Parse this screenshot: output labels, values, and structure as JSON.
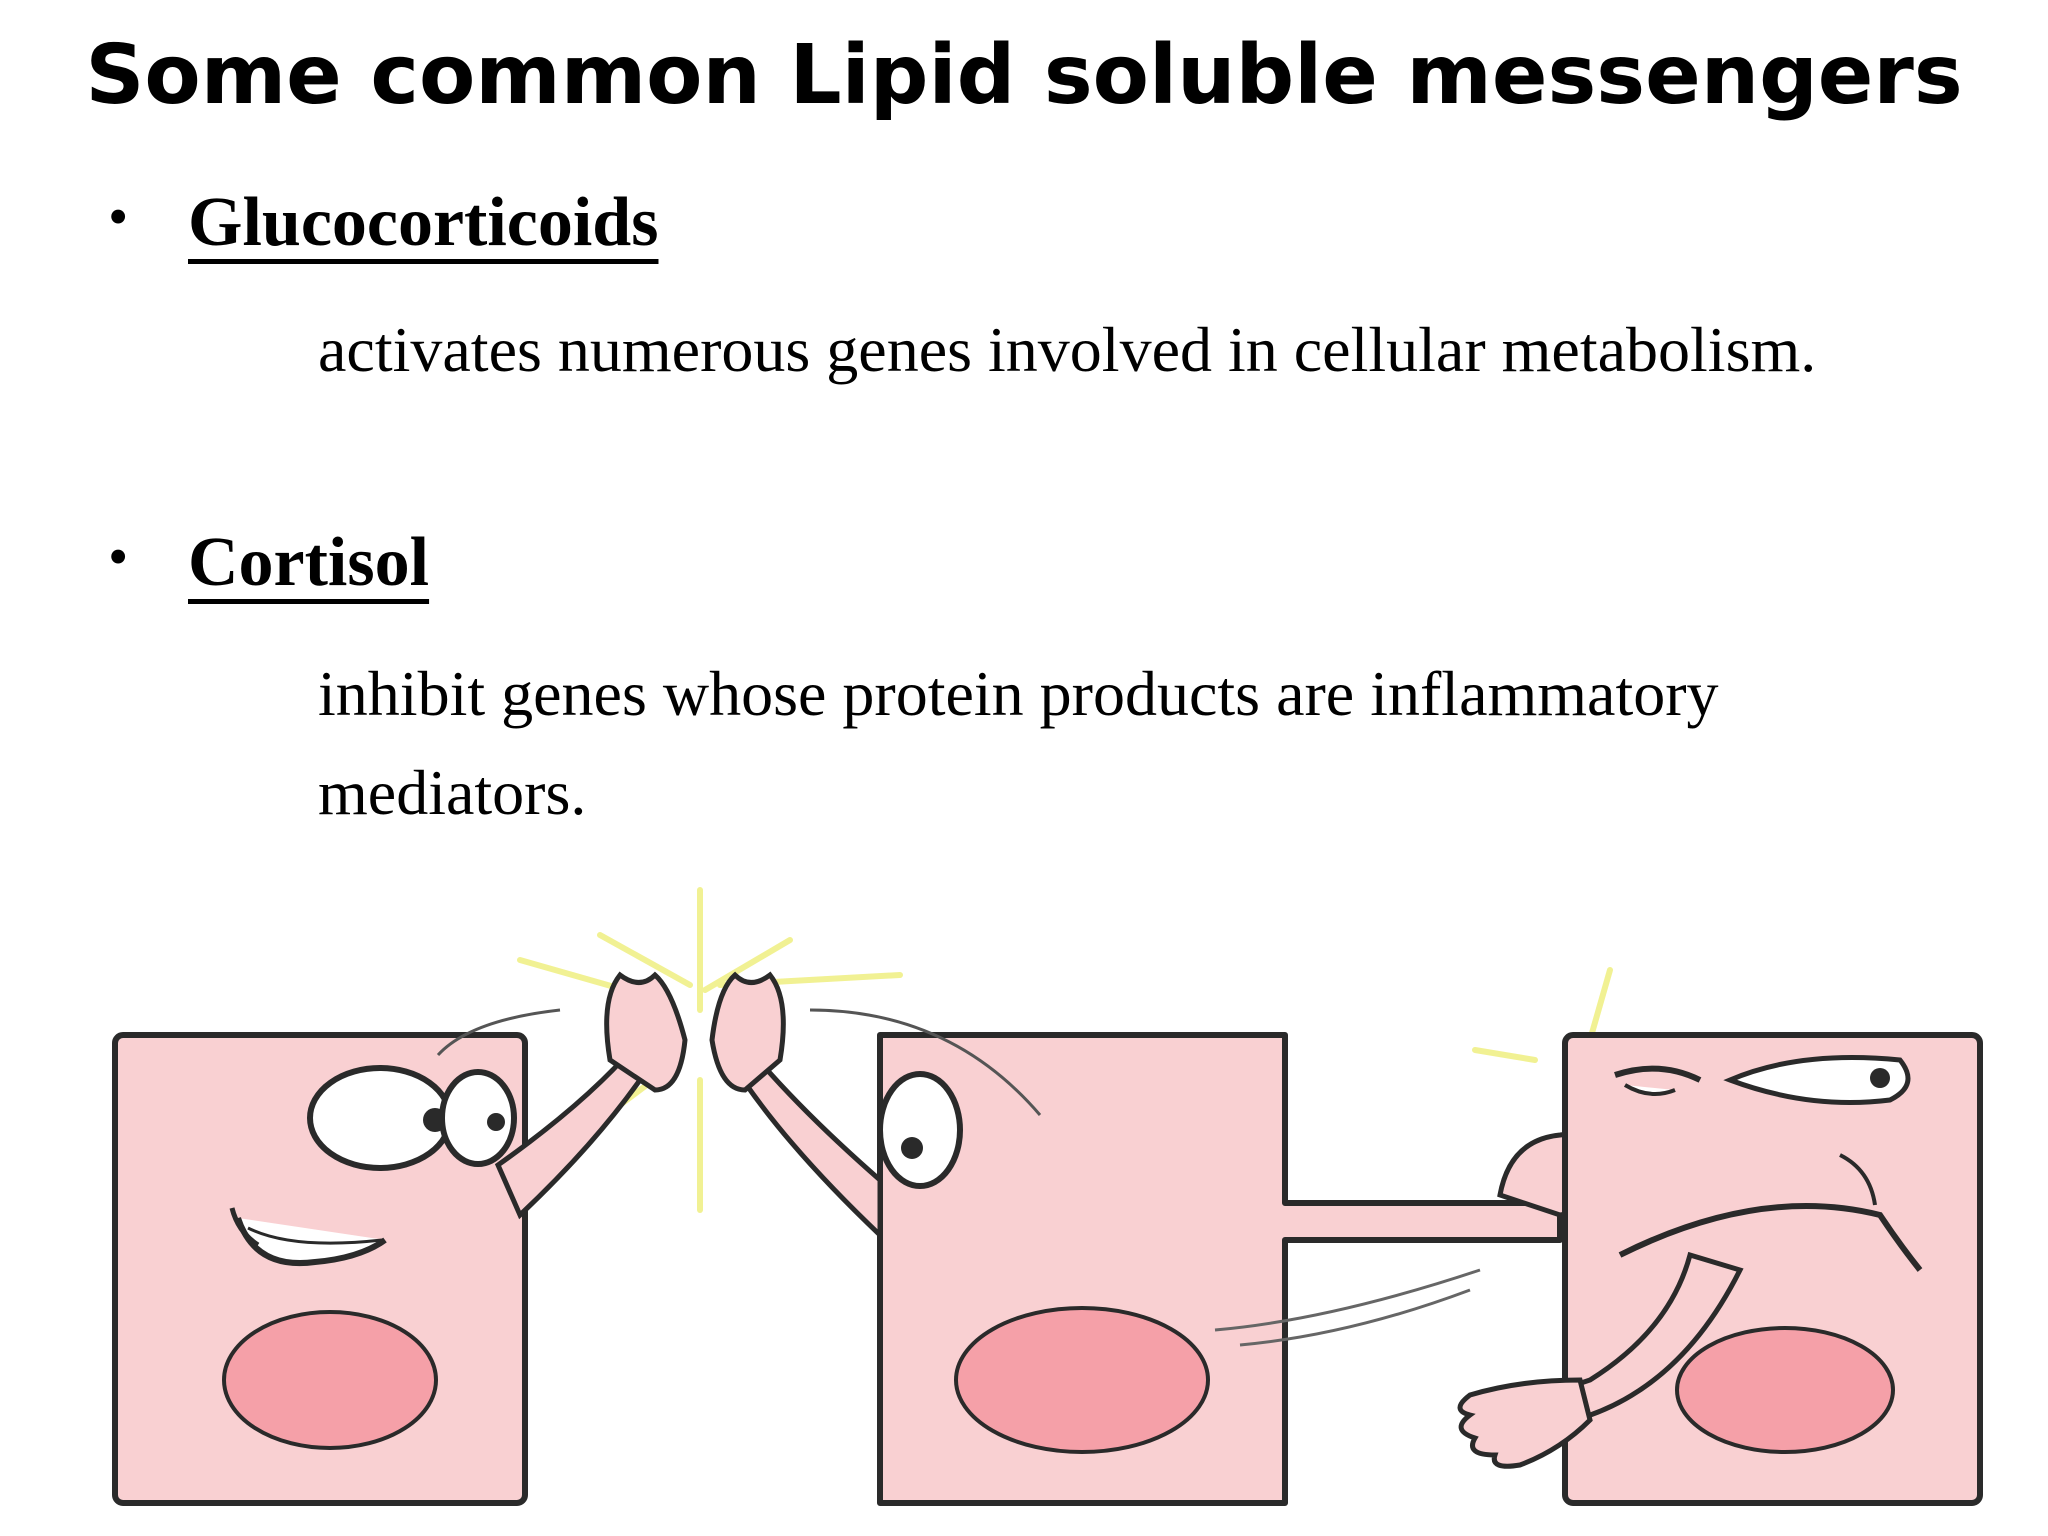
{
  "slide": {
    "title": "Some common Lipid soluble messengers",
    "bullets": [
      {
        "term": "Glucocorticoids",
        "description": "activates numerous genes involved in cellular metabolism."
      },
      {
        "term": "Cortisol",
        "description": "inhibit genes whose protein products are inflammatory mediators."
      }
    ]
  },
  "illustration": {
    "colors": {
      "cell_fill": "#f9d0d2",
      "nucleus_fill": "#f5a0a8",
      "outline": "#2a2a2a",
      "spark": "#f0f088",
      "eye_white": "#ffffff"
    }
  }
}
